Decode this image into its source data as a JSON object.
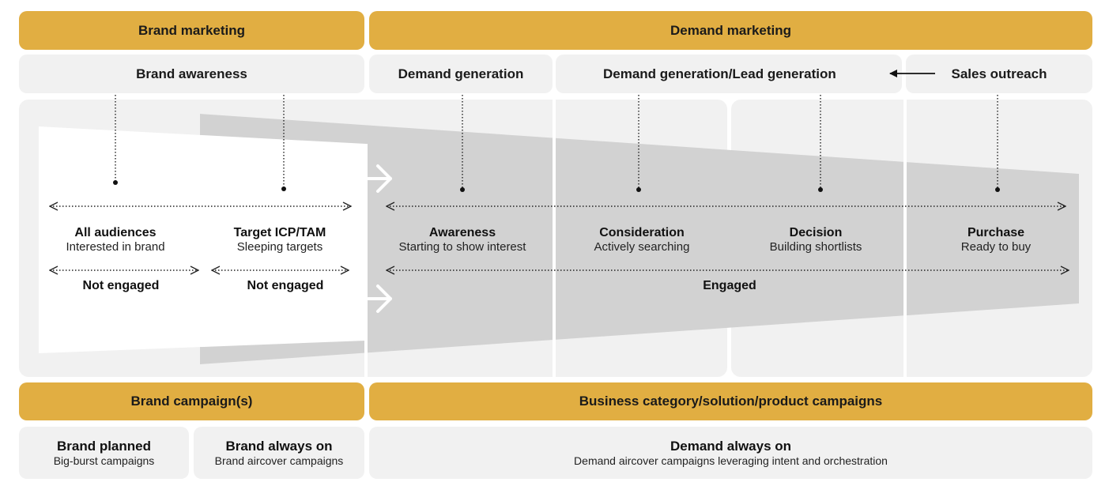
{
  "header": {
    "brand_marketing": "Brand marketing",
    "demand_marketing": "Demand marketing"
  },
  "activities": {
    "brand_awareness": "Brand awareness",
    "demand_generation": "Demand generation",
    "demand_lead_generation": "Demand generation/Lead generation",
    "sales_outreach": "Sales outreach"
  },
  "stages": [
    {
      "title": "All audiences",
      "subtitle": "Interested in brand"
    },
    {
      "title": "Target ICP/TAM",
      "subtitle": "Sleeping targets"
    },
    {
      "title": "Awareness",
      "subtitle": "Starting to show interest"
    },
    {
      "title": "Consideration",
      "subtitle": "Actively searching"
    },
    {
      "title": "Decision",
      "subtitle": "Building shortlists"
    },
    {
      "title": "Purchase",
      "subtitle": "Ready to buy"
    }
  ],
  "engagement": {
    "not_engaged_1": "Not engaged",
    "not_engaged_2": "Not engaged",
    "engaged": "Engaged"
  },
  "campaigns": {
    "brand_campaigns": "Brand campaign(s)",
    "business_campaigns": "Business category/solution/product campaigns",
    "brand_planned": {
      "title": "Brand planned",
      "subtitle": "Big-burst campaigns"
    },
    "brand_always_on": {
      "title": "Brand always on",
      "subtitle": "Brand aircover campaigns"
    },
    "demand_always_on": {
      "title": "Demand always on",
      "subtitle": "Demand aircover campaigns leveraging intent and orchestration"
    }
  },
  "colors": {
    "gold": "#e1ae42",
    "panel_grey": "#f1f1f1",
    "funnel_grey": "#d2d2d2"
  }
}
